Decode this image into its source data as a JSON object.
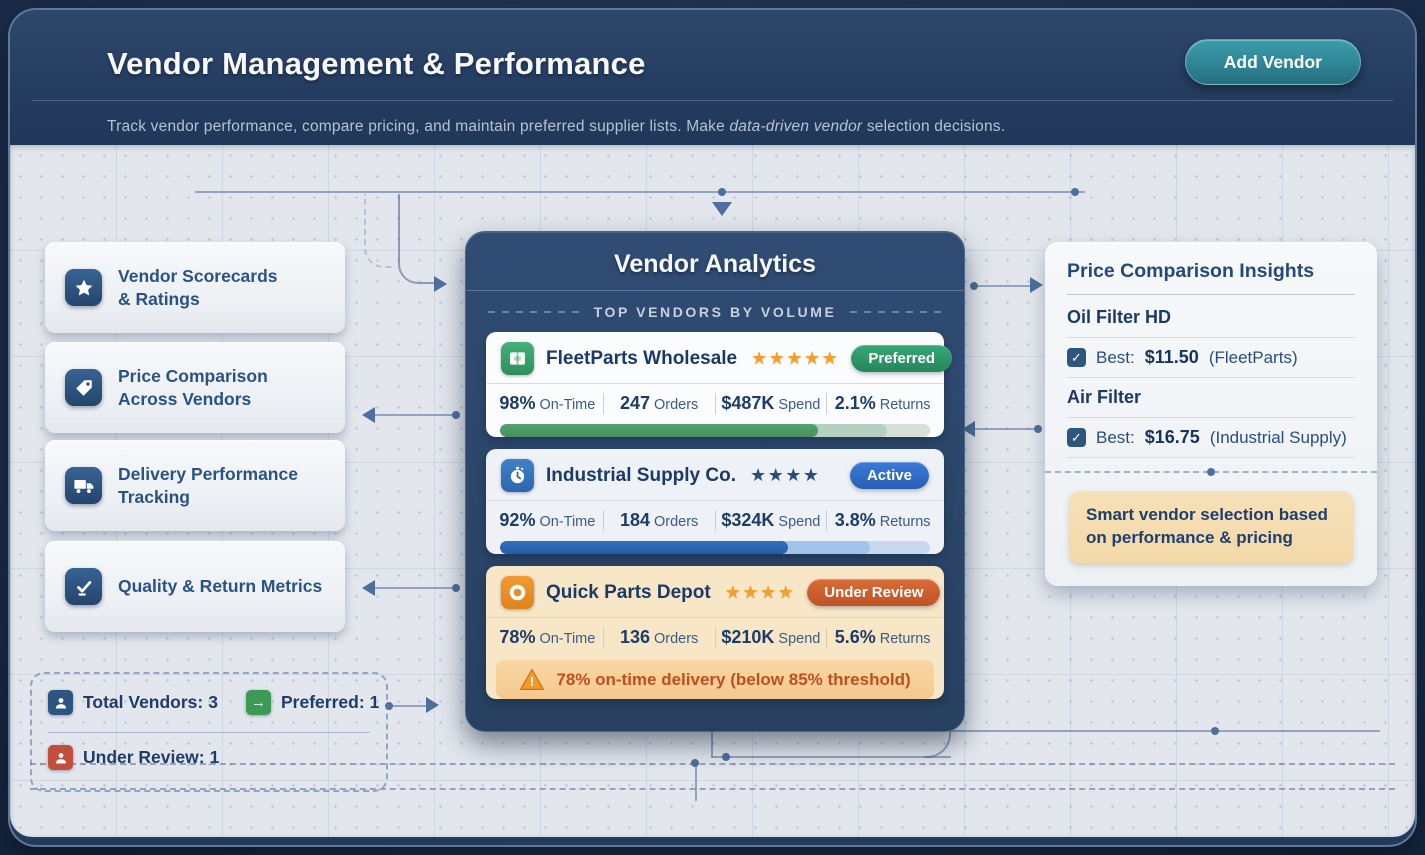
{
  "header": {
    "title": "Vendor Management & Performance",
    "subtitle_lead": "Track vendor performance, compare pricing, and maintain preferred supplier lists. Make ",
    "subtitle_emphasis": "data-driven vendor",
    "subtitle_tail": " selection decisions.",
    "add_vendor_button": "Add Vendor"
  },
  "sidebar": {
    "items": [
      {
        "icon": "star-icon",
        "line1": "Vendor Scorecards",
        "line2": "& Ratings"
      },
      {
        "icon": "price-tag-icon",
        "line1": "Price Comparison",
        "line2": "Across Vendors"
      },
      {
        "icon": "truck-icon",
        "line1": "Delivery Performance",
        "line2": "Tracking"
      },
      {
        "icon": "check-square-icon",
        "line1": "Quality & Return Metrics",
        "line2": ""
      }
    ]
  },
  "summary": {
    "total_vendors_label": "Total Vendors:",
    "total_vendors_value": "3",
    "preferred_label": "Preferred:",
    "preferred_value": "1",
    "under_review_label": "Under Review:",
    "under_review_value": "1"
  },
  "analytics": {
    "title": "Vendor Analytics",
    "section_label": "TOP VENDORS BY VOLUME",
    "vendors": [
      {
        "name": "FleetParts Wholesale",
        "icon": "package-icon",
        "rating_stars": 5,
        "stars_text": "★★★★★",
        "badge": "Preferred",
        "stats": {
          "on_time_value": "98%",
          "on_time_label": "On-Time",
          "orders_value": "247",
          "orders_label": "Orders",
          "spend_value": "$487K",
          "spend_label": "Spend",
          "returns_value": "2.1%",
          "returns_label": "Returns"
        },
        "bar": {
          "fill_pct": 74,
          "mid_pct": 90
        }
      },
      {
        "name": "Industrial Supply Co.",
        "icon": "stopwatch-icon",
        "rating_stars": 4,
        "stars_text": "★★★★",
        "badge": "Active",
        "stats": {
          "on_time_value": "92%",
          "on_time_label": "On-Time",
          "orders_value": "184",
          "orders_label": "Orders",
          "spend_value": "$324K",
          "spend_label": "Spend",
          "returns_value": "3.8%",
          "returns_label": "Returns"
        },
        "bar": {
          "fill_pct": 67,
          "mid_pct": 86
        }
      },
      {
        "name": "Quick Parts Depot",
        "icon": "ring-icon",
        "rating_stars": 4,
        "stars_text": "★★★★",
        "badge": "Under Review",
        "stats": {
          "on_time_value": "78%",
          "on_time_label": "On-Time",
          "orders_value": "136",
          "orders_label": "Orders",
          "spend_value": "$210K",
          "spend_label": "Spend",
          "returns_value": "5.6%",
          "returns_label": "Returns"
        },
        "warning": "78% on-time delivery (below 85% threshold)"
      }
    ]
  },
  "price_insights": {
    "title": "Price Comparison Insights",
    "items": [
      {
        "product": "Oil Filter HD",
        "best_label": "Best:",
        "best_price": "$11.50",
        "best_vendor": "(FleetParts)"
      },
      {
        "product": "Air Filter",
        "best_label": "Best:",
        "best_price": "$16.75",
        "best_vendor": "(Industrial Supply)"
      }
    ],
    "note": "Smart vendor selection based on performance & pricing"
  },
  "palette": {
    "header_navy": "#253d61",
    "panel_navy": "#2b456b",
    "teal_button": "#2e8595",
    "preferred_green": "#2f9e6e",
    "active_blue": "#2f6fd0",
    "under_review_orange": "#c95b2e",
    "star_orange": "#f29f2e",
    "star_navy": "#2c4c77",
    "warning_text": "#bf4e22",
    "connector_blue": "#4e6f9d"
  }
}
